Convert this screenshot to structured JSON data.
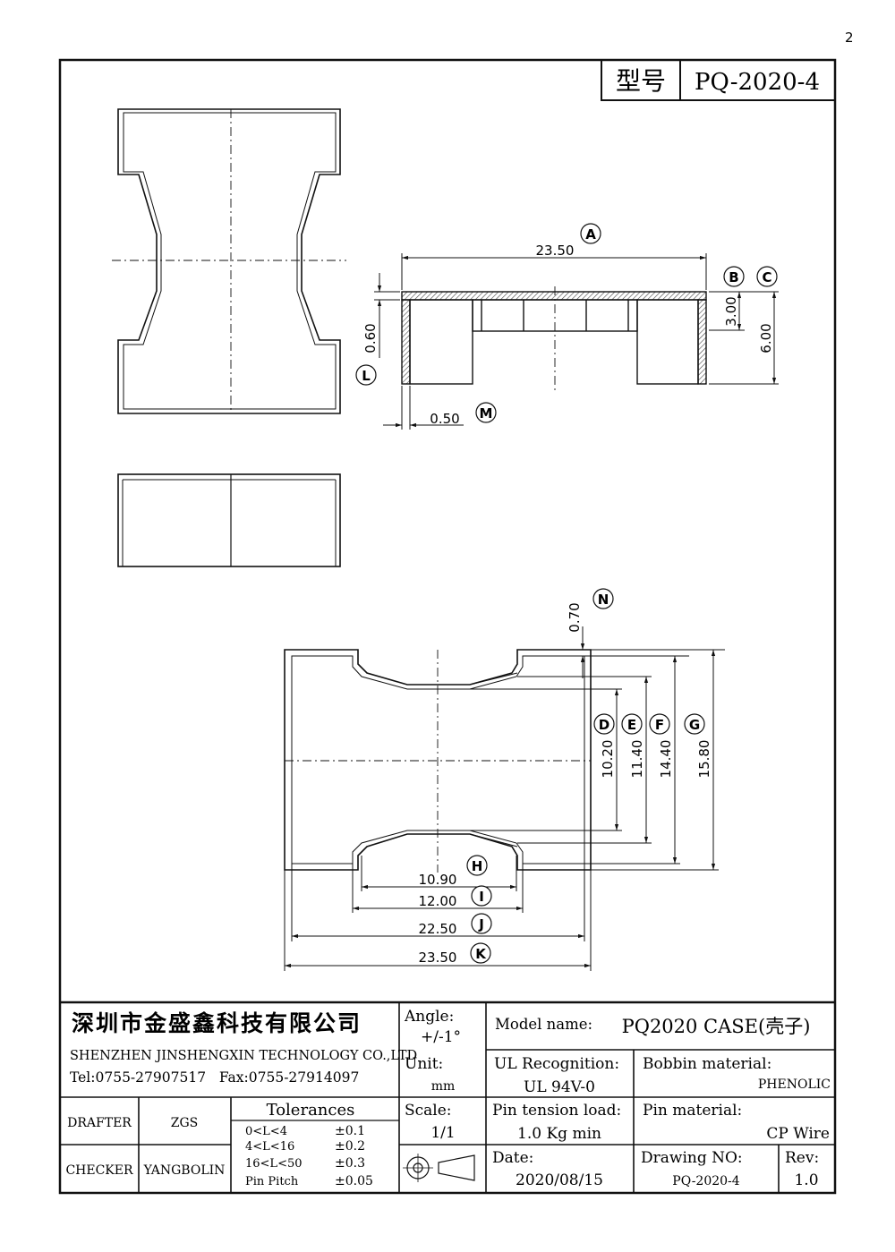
{
  "page_marker": "2",
  "title_block": {
    "type_label": "型号",
    "type_value": "PQ-2020-4"
  },
  "dimensions": {
    "A": {
      "letter": "A",
      "value": "23.50"
    },
    "B": {
      "letter": "B",
      "value": "3.00"
    },
    "C": {
      "letter": "C",
      "value": "6.00"
    },
    "L": {
      "letter": "L",
      "value": "0.60"
    },
    "M": {
      "letter": "M",
      "value": "0.50"
    },
    "N": {
      "letter": "N",
      "value": "0.70"
    },
    "D": {
      "letter": "D",
      "value": "10.20"
    },
    "E": {
      "letter": "E",
      "value": "11.40"
    },
    "F": {
      "letter": "F",
      "value": "14.40"
    },
    "G": {
      "letter": "G",
      "value": "15.80"
    },
    "H": {
      "letter": "H",
      "value": "10.90"
    },
    "I": {
      "letter": "I",
      "value": "12.00"
    },
    "J": {
      "letter": "J",
      "value": "22.50"
    },
    "K": {
      "letter": "K",
      "value": "23.50"
    }
  },
  "company": {
    "name_cn": "深圳市金盛鑫科技有限公司",
    "name_en": "SHENZHEN JINSHENGXIN TECHNOLOGY CO.,LTD",
    "contact": "Tel:0755-27907517   Fax:0755-27914097"
  },
  "people": {
    "drafter_label": "DRAFTER",
    "drafter_value": "ZGS",
    "checker_label": "CHECKER",
    "checker_value": "YANGBOLIN"
  },
  "tolerances": {
    "title": "Tolerances",
    "rows": [
      {
        "range": "0<L<4",
        "value": "±0.1"
      },
      {
        "range": "4<L<16",
        "value": "±0.2"
      },
      {
        "range": "16<L<50",
        "value": "±0.3"
      },
      {
        "range": "Pin Pitch",
        "value": "±0.05"
      }
    ]
  },
  "angle": {
    "label": "Angle:",
    "value": "+/-1°"
  },
  "unit": {
    "label": "Unit:",
    "value": "mm"
  },
  "scale": {
    "label": "Scale:",
    "value": "1/1"
  },
  "model": {
    "label": "Model name:",
    "value": "PQ2020 CASE(壳子)"
  },
  "ul": {
    "label": "UL Recognition:",
    "value": "UL 94V-0"
  },
  "pin_tension": {
    "label": "Pin tension load:",
    "value": "1.0 Kg min"
  },
  "date": {
    "label": "Date:",
    "value": "2020/08/15"
  },
  "bobbin": {
    "label": "Bobbin material:",
    "value": "PHENOLIC"
  },
  "pin_material": {
    "label": "Pin material:",
    "value": "CP Wire"
  },
  "drawing_no": {
    "label": "Drawing NO:",
    "value": "PQ-2020-4"
  },
  "rev": {
    "label": "Rev:",
    "value": "1.0"
  }
}
